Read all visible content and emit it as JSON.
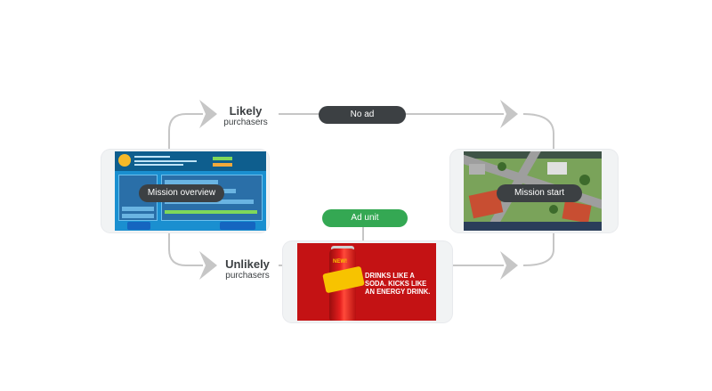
{
  "labels": {
    "likely_big": "Likely",
    "likely_small": "purchasers",
    "unlikely_big": "Unlikely",
    "unlikely_small": "purchasers"
  },
  "pills": {
    "no_ad": "No ad",
    "ad_unit": "Ad unit",
    "mission_overview": "Mission overview",
    "mission_start": "Mission start"
  },
  "ad": {
    "new_tag": "NEW!",
    "tagline_1": "DRINKS LIKE A",
    "tagline_2": "SODA. KICKS LIKE",
    "tagline_3": "AN ENERGY DRINK."
  },
  "colors": {
    "pill_dark": "#3c4043",
    "pill_green": "#34a853",
    "arrow": "#c6c6c6",
    "ad_red": "#c41214"
  }
}
